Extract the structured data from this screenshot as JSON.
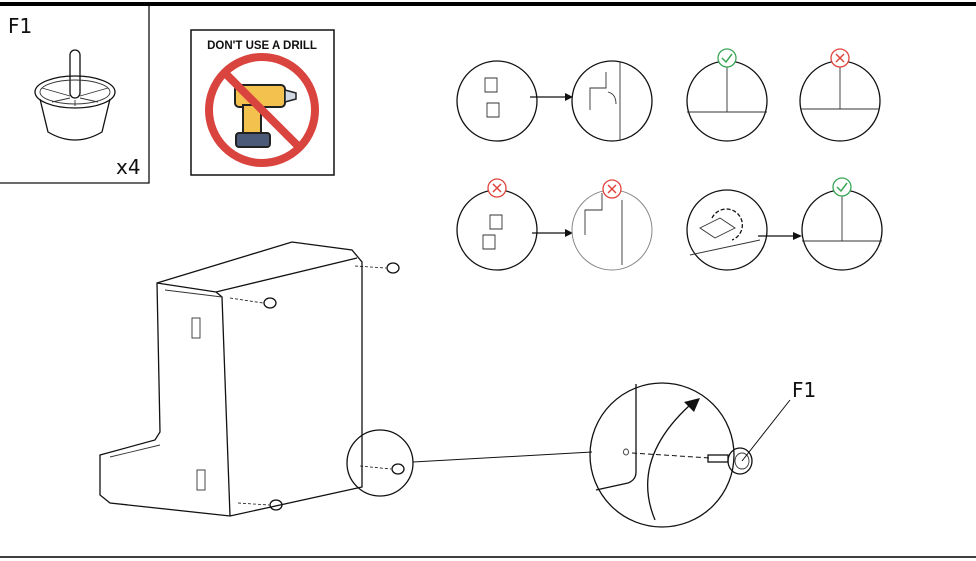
{
  "part": {
    "label": "F1",
    "quantity": "x4"
  },
  "warning": {
    "text": "DON'T USE A DRILL",
    "circle_color": "#d9443f",
    "drill_color": "#f2c14e"
  },
  "callout": {
    "label": "F1"
  },
  "status_colors": {
    "ok": "#3aa757",
    "wrong": "#e0443e"
  }
}
